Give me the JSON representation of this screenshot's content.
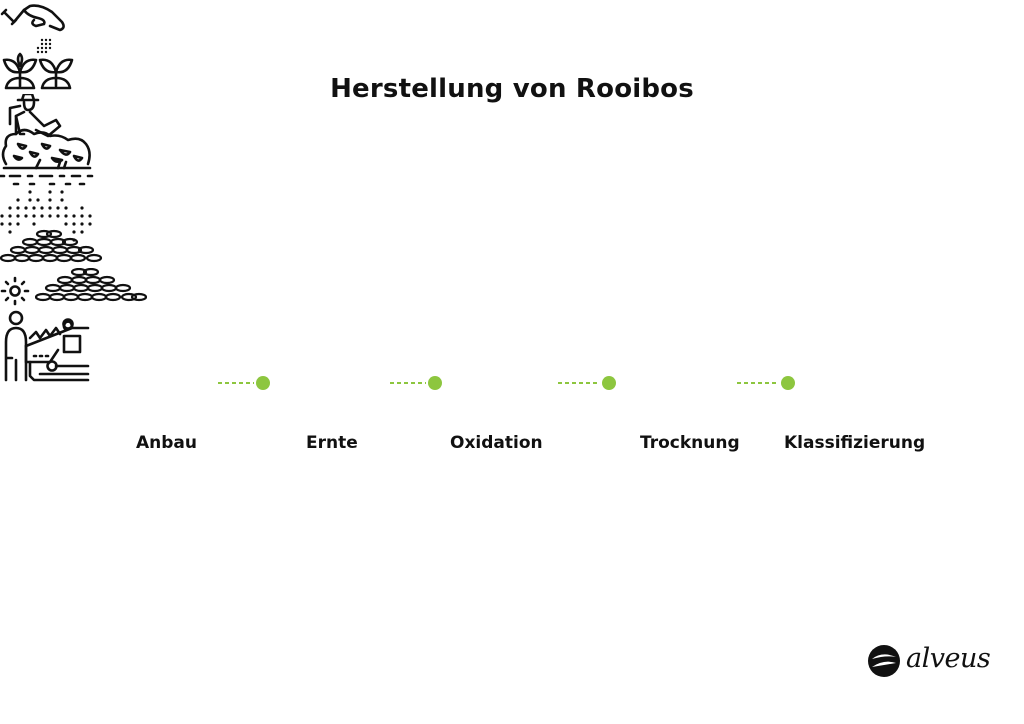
{
  "title": "Herstellung von Rooibos",
  "accent_color": "#8dc63f",
  "steps": [
    {
      "label": "Anbau",
      "icon": "planting-icon"
    },
    {
      "label": "Ernte",
      "icon": "harvest-icon"
    },
    {
      "label": "Oxidation",
      "icon": "oxidation-icon"
    },
    {
      "label": "Trocknung",
      "icon": "drying-icon"
    },
    {
      "label": "Klassifizierung",
      "icon": "sorting-machine-icon"
    }
  ],
  "logo": {
    "text": "alveus",
    "icon": "alveus-leaf-icon"
  }
}
